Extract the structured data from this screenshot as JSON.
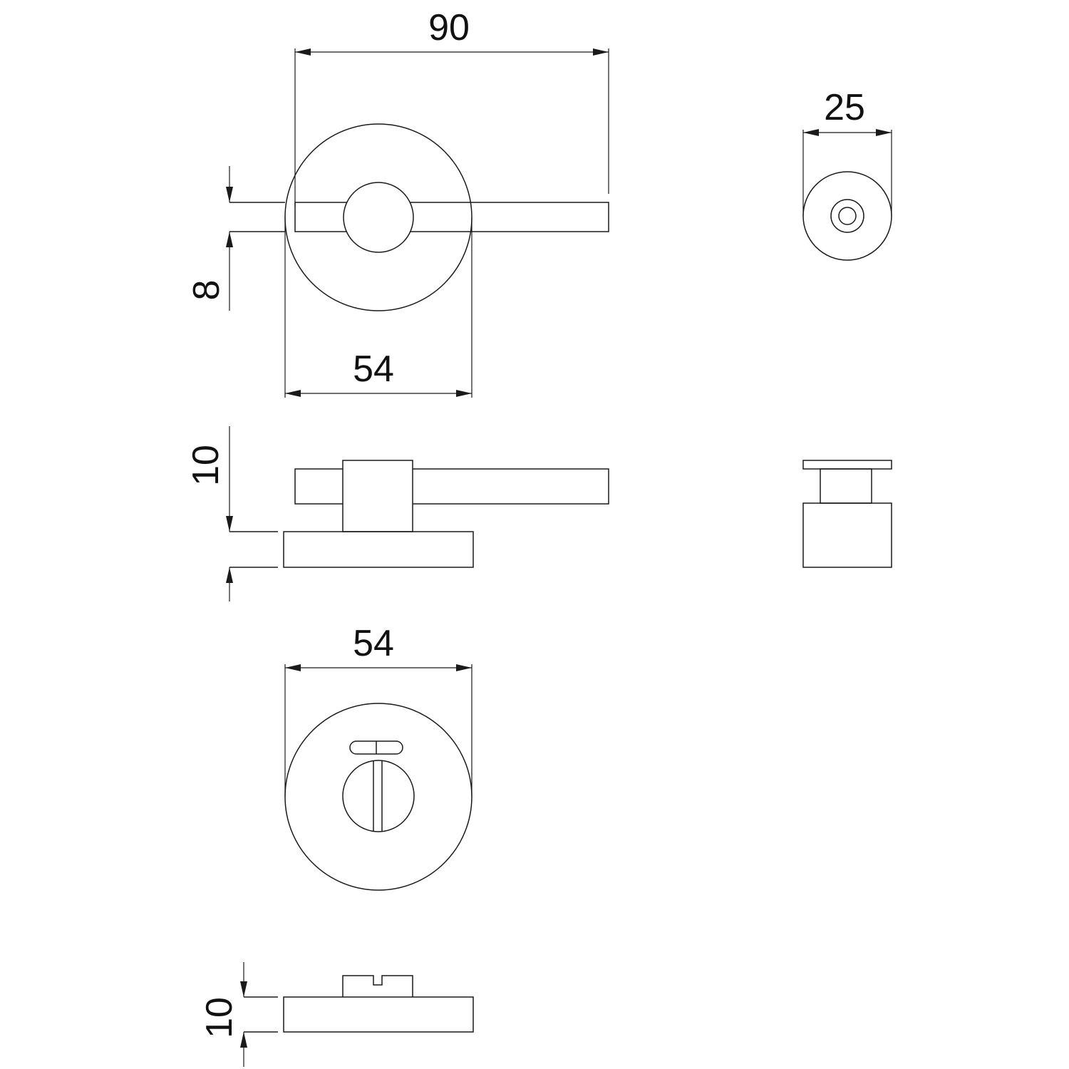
{
  "dimensions": {
    "lever_length": "90",
    "lever_thickness": "8",
    "lever_rose_diameter": "54",
    "knob_diameter": "25",
    "lever_rose_height": "10",
    "turn_rose_diameter": "54",
    "turn_rose_height": "10"
  },
  "colors": {
    "line": "#1a1a1a",
    "background": "#ffffff"
  }
}
